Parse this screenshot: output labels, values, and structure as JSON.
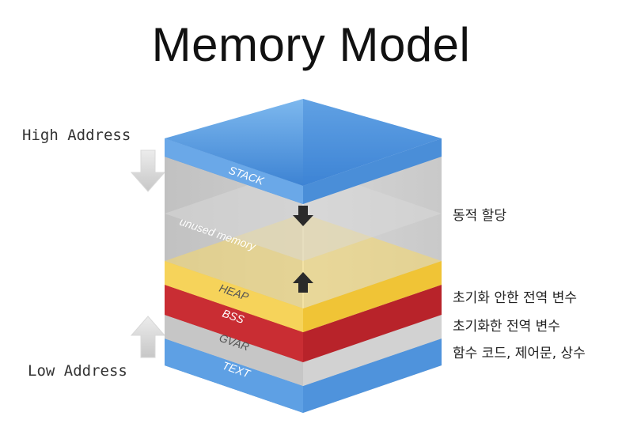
{
  "title": "Memory Model",
  "addresses": {
    "high": "High Address",
    "low": "Low Address"
  },
  "segments": [
    {
      "label": "STACK",
      "color": "#4f93dc"
    },
    {
      "label": "unused memory",
      "color": "#c8c8c8"
    },
    {
      "label": "HEAP",
      "color": "#f3c83c"
    },
    {
      "label": "BSS",
      "color": "#c32a30"
    },
    {
      "label": "GVAR",
      "color": "#cfcfcf"
    },
    {
      "label": "TEXT",
      "color": "#4f93dc"
    }
  ],
  "notes": [
    "동적 할당",
    "초기화 안한 전역 변수",
    "초기화한 전역 변수",
    "함수 코드, 제어문, 상수"
  ]
}
